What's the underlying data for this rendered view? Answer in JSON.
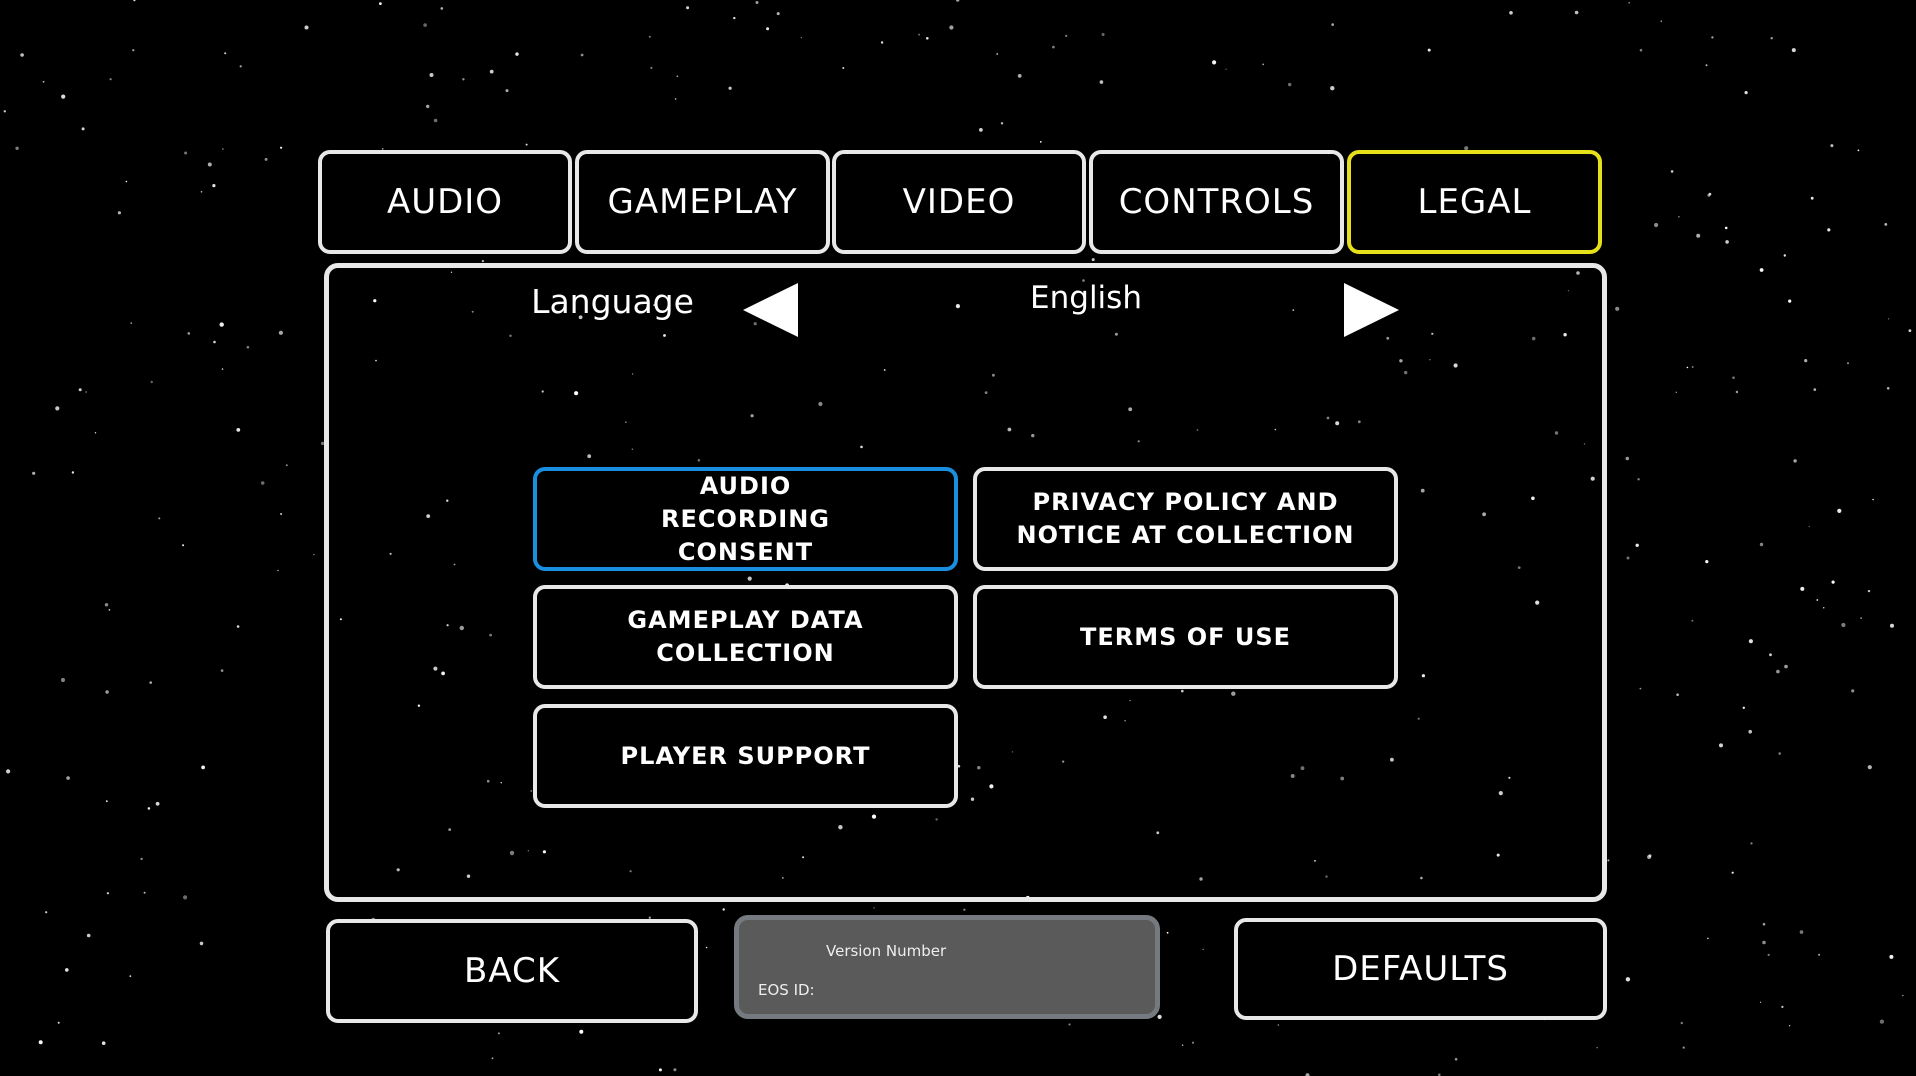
{
  "tabs": [
    {
      "label": "AUDIO",
      "active": false
    },
    {
      "label": "GAMEPLAY",
      "active": false
    },
    {
      "label": "VIDEO",
      "active": false
    },
    {
      "label": "CONTROLS",
      "active": false
    },
    {
      "label": "LEGAL",
      "active": true
    }
  ],
  "language": {
    "label": "Language",
    "value": "English"
  },
  "legal_buttons": [
    {
      "label": "AUDIO RECORDING CONSENT"
    },
    {
      "label": "PRIVACY POLICY AND NOTICE AT COLLECTION"
    },
    {
      "label": "GAMEPLAY DATA COLLECTION"
    },
    {
      "label": "TERMS OF USE"
    },
    {
      "label": "PLAYER SUPPORT"
    }
  ],
  "footer": {
    "back_label": "BACK",
    "defaults_label": "DEFAULTS",
    "version_label": "Version Number",
    "eos_label": "EOS ID:"
  },
  "colors": {
    "active_tab": "#e6e01a",
    "focused_button": "#1a8fe0"
  }
}
